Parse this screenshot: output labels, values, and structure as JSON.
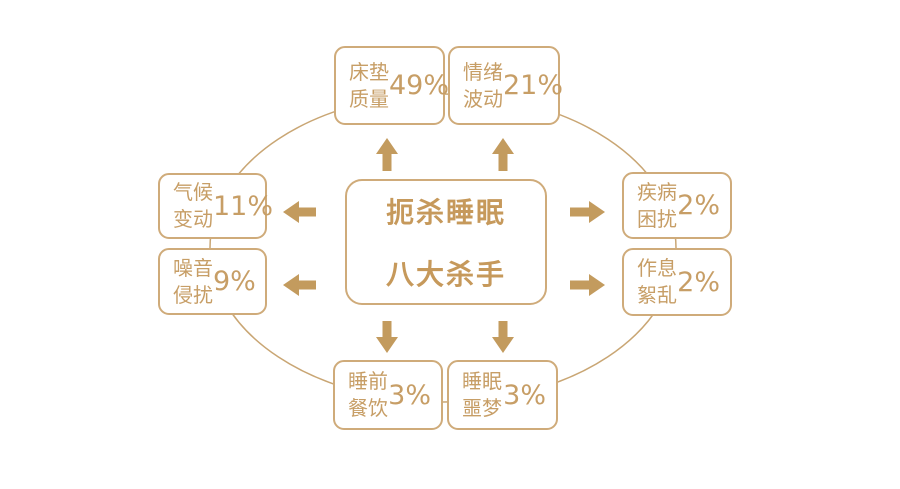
{
  "title": {
    "line1": "扼杀睡眠",
    "line2": "八大杀手"
  },
  "nodes": [
    {
      "id": "mattress-quality",
      "label1": "床垫",
      "label2": "质量",
      "value": "49%"
    },
    {
      "id": "emotion-swings",
      "label1": "情绪",
      "label2": "波动",
      "value": "21%"
    },
    {
      "id": "climate-change",
      "label1": "气候",
      "label2": "变动",
      "value": "11%"
    },
    {
      "id": "noise-intrusion",
      "label1": "噪音",
      "label2": "侵扰",
      "value": "9%"
    },
    {
      "id": "disease-trouble",
      "label1": "疾病",
      "label2": "困扰",
      "value": "2%"
    },
    {
      "id": "schedule-disorder",
      "label1": "作息",
      "label2": "絮乱",
      "value": "2%"
    },
    {
      "id": "pre-sleep-eating",
      "label1": "睡前",
      "label2": "餐饮",
      "value": "3%"
    },
    {
      "id": "sleep-nightmares",
      "label1": "睡眠",
      "label2": "噩梦",
      "value": "3%"
    }
  ],
  "colors": {
    "box_border": "#cfab7a",
    "label_text": "#c79e66",
    "title_text": "#c6995b",
    "arrow": "#c39b5e",
    "ellipse": "#c9a674"
  }
}
